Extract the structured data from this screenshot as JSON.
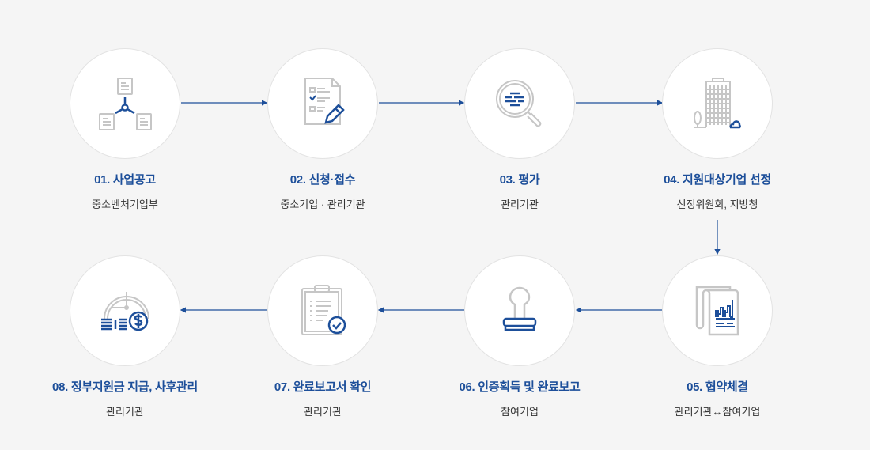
{
  "colors": {
    "accent": "#1d4f9a",
    "icon_gray": "#c6c6c6",
    "background": "#f5f5f5"
  },
  "steps": [
    {
      "title": "01. 사업공고",
      "sub": "중소벤처기업부",
      "icon": "document-network-icon"
    },
    {
      "title": "02. 신청·접수",
      "sub": "중소기업 · 관리기관",
      "icon": "checklist-pencil-icon"
    },
    {
      "title": "03. 평가",
      "sub": "관리기관",
      "icon": "magnifier-icon"
    },
    {
      "title": "04. 지원대상기업 선정",
      "sub": "선정위원회, 지방청",
      "icon": "building-icon"
    },
    {
      "title": "05. 협약체결",
      "sub": "관리기관↔참여기업",
      "icon": "contract-chart-icon"
    },
    {
      "title": "06. 인증획득 및 완료보고",
      "sub": "참여기업",
      "icon": "stamp-icon"
    },
    {
      "title": "07. 완료보고서 확인",
      "sub": "관리기관",
      "icon": "clipboard-check-icon"
    },
    {
      "title": "08. 정부지원금 지급, 사후관리",
      "sub": "관리기관",
      "icon": "clock-money-icon"
    }
  ]
}
